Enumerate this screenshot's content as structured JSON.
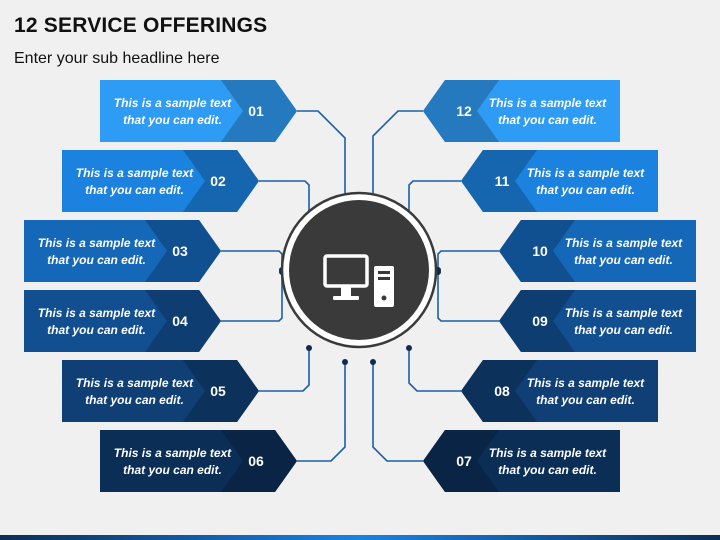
{
  "header": {
    "title": "12 SERVICE OFFERINGS",
    "subtitle": "Enter your sub headline here"
  },
  "center": {
    "icon": "desktop-computer-icon"
  },
  "offerings": [
    {
      "num": "01",
      "line1": "This is a sample text",
      "line2": "that you can edit.",
      "color": "#2e9bf5"
    },
    {
      "num": "02",
      "line1": "This is a sample text",
      "line2": "that you can edit.",
      "color": "#1b82e0"
    },
    {
      "num": "03",
      "line1": "This is a sample text",
      "line2": "that you can edit.",
      "color": "#1567b8"
    },
    {
      "num": "04",
      "line1": "This is a sample text",
      "line2": "that you can edit.",
      "color": "#124f91"
    },
    {
      "num": "05",
      "line1": "This is a sample text",
      "line2": "that you can edit.",
      "color": "#0f3f75"
    },
    {
      "num": "06",
      "line1": "This is a sample text",
      "line2": "that you can edit.",
      "color": "#0b2e57"
    },
    {
      "num": "07",
      "line1": "This is a sample text",
      "line2": "that you can edit.",
      "color": "#0b2e57"
    },
    {
      "num": "08",
      "line1": "This is a sample text",
      "line2": "that you can edit.",
      "color": "#0f3f75"
    },
    {
      "num": "09",
      "line1": "This is a sample text",
      "line2": "that you can edit.",
      "color": "#124f91"
    },
    {
      "num": "10",
      "line1": "This is a sample text",
      "line2": "that you can edit.",
      "color": "#1567b8"
    },
    {
      "num": "11",
      "line1": "This is a sample text",
      "line2": "that you can edit.",
      "color": "#1b82e0"
    },
    {
      "num": "12",
      "line1": "This is a sample text",
      "line2": "that you can edit.",
      "color": "#2e9bf5"
    }
  ],
  "colors": {
    "connector": "#1a5fa8",
    "dot": "#0d2c52",
    "hub_fill": "#3a3a3a",
    "hub_ring": "#3a3a3a",
    "icon": "#ffffff"
  }
}
